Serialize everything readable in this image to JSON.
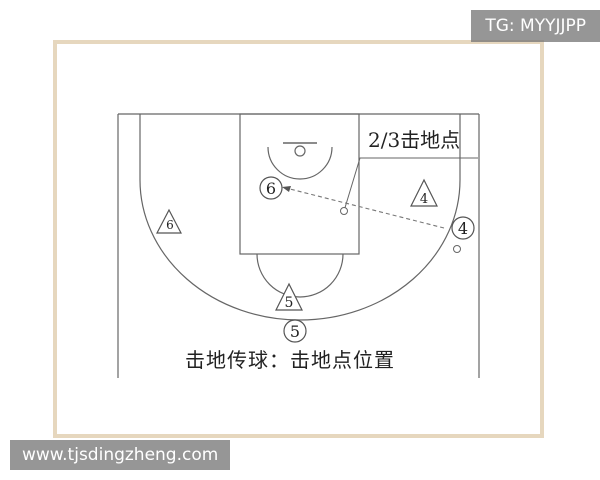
{
  "badges": {
    "tg": "TG: MYYJJPP",
    "site": "www.tjsdingzheng.com"
  },
  "callout": {
    "label": "2/3击地点"
  },
  "caption": {
    "text": "击地传球：击地点位置"
  },
  "players": {
    "circle_6": "6",
    "circle_4": "4",
    "circle_5": "5",
    "triangle_6": "6",
    "triangle_4": "4",
    "triangle_5": "5"
  },
  "colors": {
    "line": "#555555",
    "pass_line": "#666666",
    "frame": "#e6d7be"
  }
}
